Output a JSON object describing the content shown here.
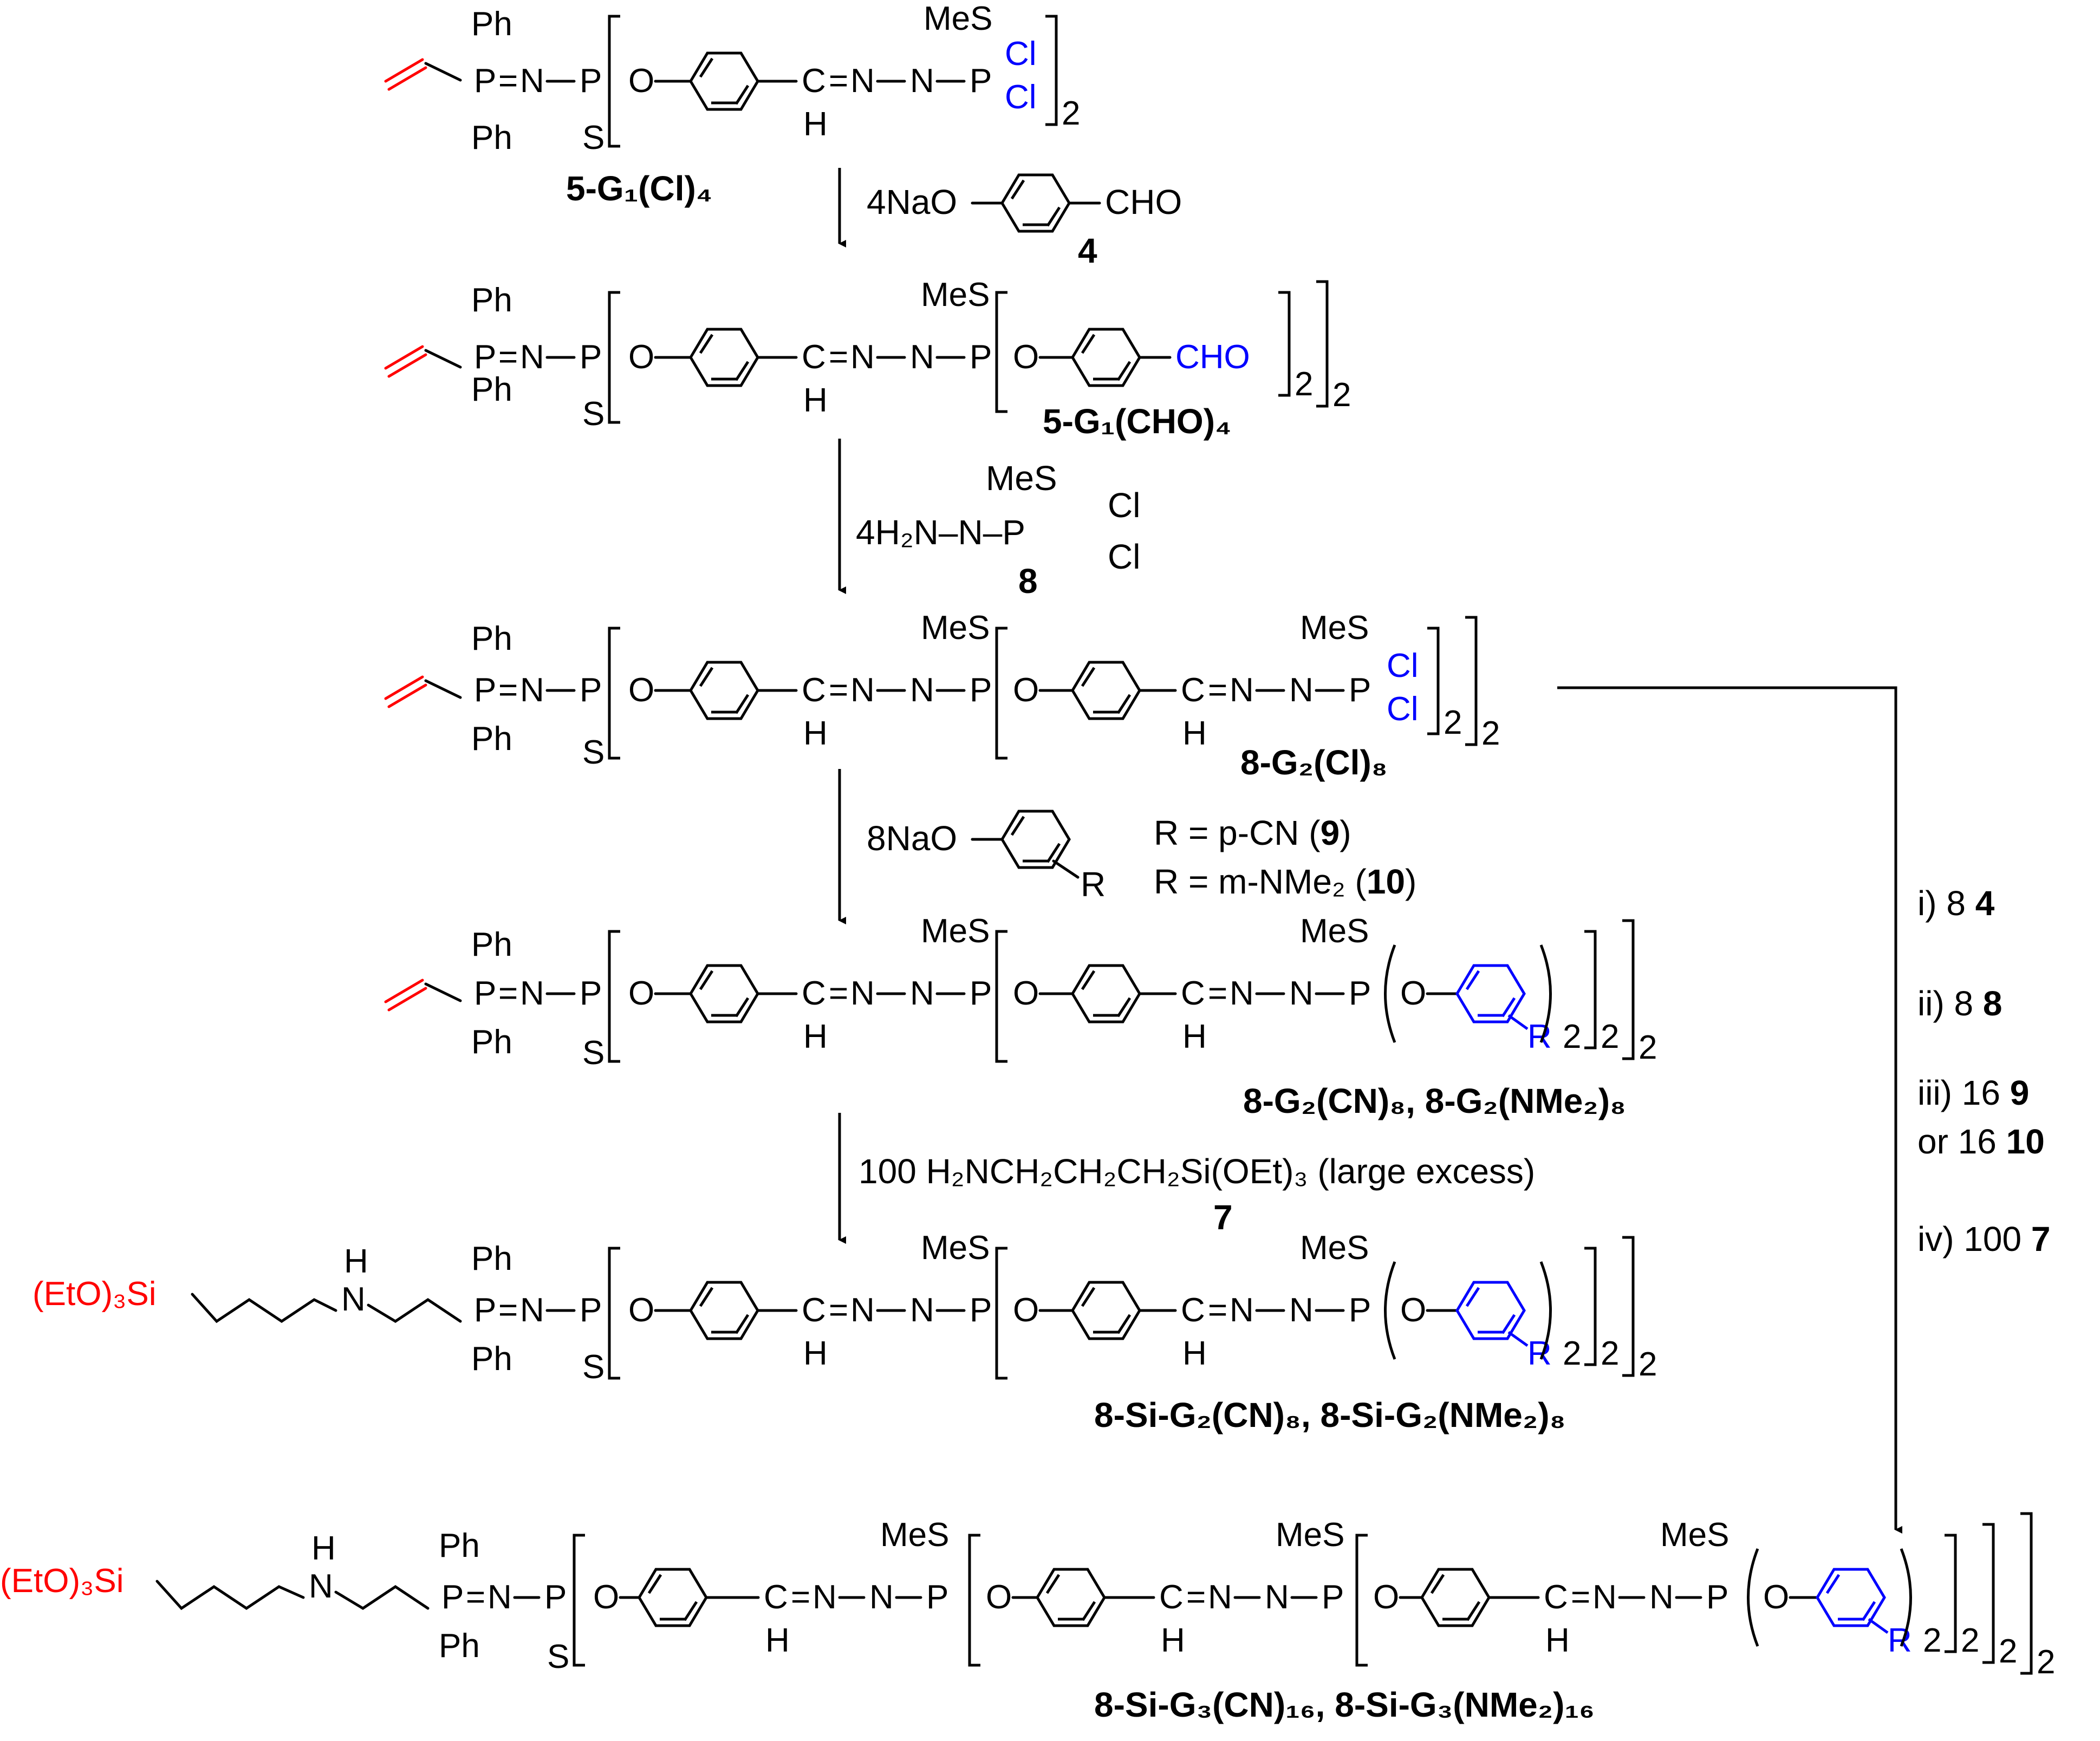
{
  "compounds": {
    "c1": {
      "label": "5-G₁(Cl)₄",
      "cl_top": "Cl",
      "cl_bot": "Cl"
    },
    "c2": {
      "label": "5-G₁(CHO)₄",
      "end_group": "CHO"
    },
    "c3": {
      "label": "8-G₂(Cl)₈",
      "cl_top": "Cl",
      "cl_bot": "Cl"
    },
    "c4": {
      "label": "8-G₂(CN)₈, 8-G₂(NMe₂)₈",
      "r": "R"
    },
    "c5": {
      "label": "8-Si-G₂(CN)₈, 8-Si-G₂(NMe₂)₈",
      "r": "R",
      "silane": "(EtO)₃Si"
    },
    "c6": {
      "label": "8-Si-G₃(CN)₁₆, 8-Si-G₃(NMe₂)₁₆",
      "r": "R",
      "silane": "(EtO)₃Si"
    }
  },
  "atoms": {
    "ph": "Ph",
    "p": "P",
    "n": "N",
    "s": "S",
    "o": "O",
    "c": "C",
    "h": "H",
    "mes": "MeS",
    "nh": "N",
    "sub2": "2"
  },
  "reagents": {
    "step1": {
      "text": "4NaO",
      "tail": "CHO",
      "id": "4"
    },
    "step2": {
      "text": "4H₂N–N–P",
      "me_s": "MeS",
      "cl1": "Cl",
      "cl2": "Cl",
      "id": "8"
    },
    "step3": {
      "text": "8NaO",
      "r": "R",
      "opt1": "R = p-CN (",
      "opt1_id": "9",
      "opt1_end": ")",
      "opt2": "R = m-NMe₂ (",
      "opt2_id": "10",
      "opt2_end": ")"
    },
    "step4": {
      "text": "100 H₂NCH₂CH₂CH₂Si(OEt)₃ (large excess)",
      "id": "7"
    }
  },
  "side_route": {
    "steps": [
      {
        "text": "i) 8 ",
        "id": "4"
      },
      {
        "text": "ii) 8 ",
        "id": "8"
      },
      {
        "text": "iii) 16 ",
        "id": "9"
      },
      {
        "text": "or 16 ",
        "id": "10"
      },
      {
        "text": "iv) 100 ",
        "id": "7"
      }
    ]
  },
  "colors": {
    "vinyl": "#ff0000",
    "end_group": "#0000ff",
    "bond": "#000000"
  }
}
